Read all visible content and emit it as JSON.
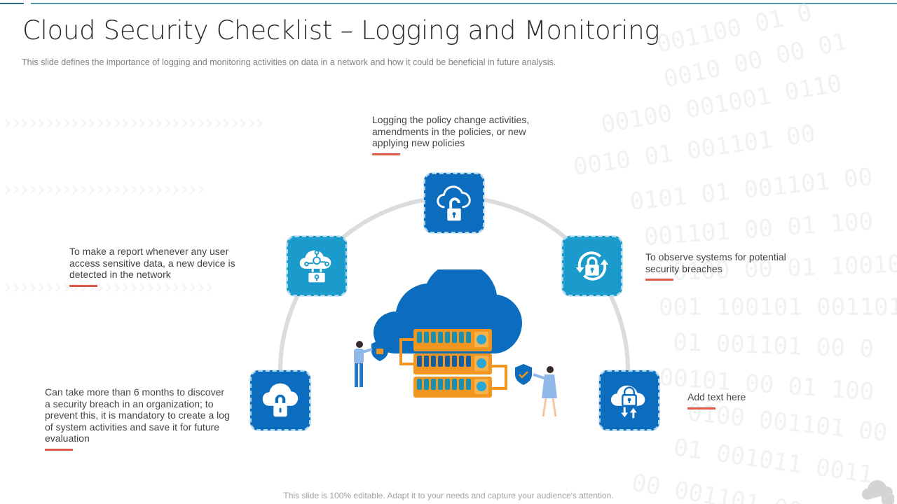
{
  "header": {
    "title": "Cloud Security Checklist – Logging and Monitoring",
    "subtitle": "This slide defines the importance of logging and monitoring activities on data in a network and how it could be beneficial in future analysis."
  },
  "items": [
    {
      "icon": "cloud-unlock-icon",
      "text": "Logging the policy change activities, amendments in the policies, or new applying new policies",
      "color": "#0c6dbf"
    },
    {
      "icon": "cloud-network-lock-icon",
      "text": "To make a report whenever any user access sensitive data, a new device is detected in the network",
      "color": "#1a9bcb"
    },
    {
      "icon": "refresh-lock-icon",
      "text": "To observe systems for potential security breaches",
      "color": "#1a9bcb"
    },
    {
      "icon": "cloud-lock-icon",
      "text": "Can take more than 6 months to discover a security breach in an organization; to prevent this, it is mandatory to create a log of system activities and save it for future evaluation",
      "color": "#0c6dbf"
    },
    {
      "icon": "cloud-lock-transfer-icon",
      "text": "Add text here",
      "color": "#0c6dbf"
    }
  ],
  "footer": {
    "note": "This slide is 100% editable. Adapt it to your needs and capture your audience's attention."
  },
  "colors": {
    "accent_bar": "#e05a47",
    "tile_dark": "#0c6dbf",
    "tile_light": "#1a9bcb",
    "server_orange": "#f2961f",
    "cloud_blue": "#0c6dbf"
  }
}
